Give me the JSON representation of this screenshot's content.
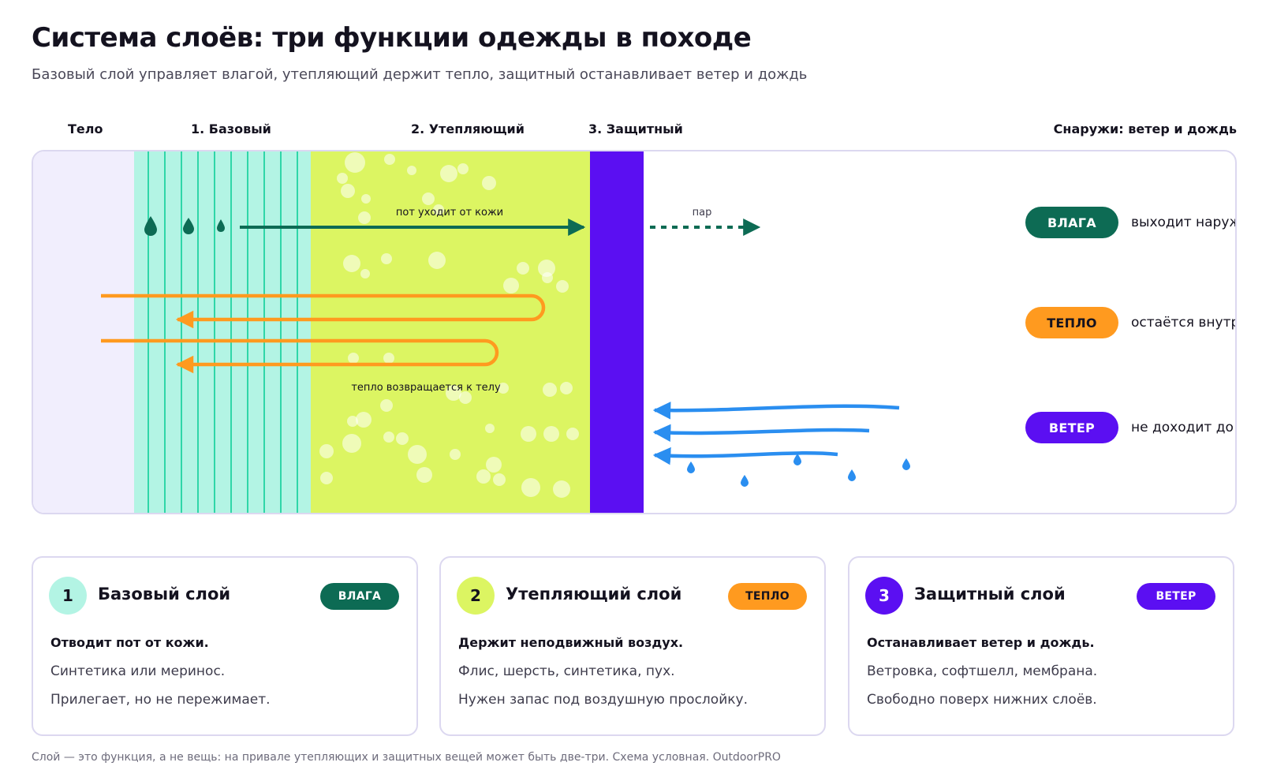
{
  "title": "Система слоёв: три функции одежды в походе",
  "subtitle": "Базовый слой управляет влагой, утепляющий держит тепло, защитный останавливает ветер и дождь",
  "columns": {
    "body": "Тело",
    "base": "1. Базовый",
    "insulating": "2. Утепляющий",
    "protective": "3. Защитный",
    "outside": "Снаружи: ветер и дождь"
  },
  "diagram": {
    "sweat_label": "пот уходит от кожи",
    "vapor_label": "пар",
    "heat_label": "тепло возвращается к телу"
  },
  "legend": [
    {
      "badge": "ВЛАГА",
      "text": "выходит наружу",
      "color": "#0d6b54"
    },
    {
      "badge": "ТЕПЛО",
      "text": "остаётся внутри",
      "color": "#ff9a1f"
    },
    {
      "badge": "ВЕТЕР",
      "text": "не доходит до тела",
      "color": "#5b0ff2"
    }
  ],
  "cards": [
    {
      "num": "1",
      "title": "Базовый слой",
      "badge": "ВЛАГА",
      "lead": "Отводит пот от кожи.",
      "line1": "Синтетика или меринос.",
      "line2": "Прилегает, но не пережимает."
    },
    {
      "num": "2",
      "title": "Утепляющий слой",
      "badge": "ТЕПЛО",
      "lead": "Держит неподвижный воздух.",
      "line1": "Флис, шерсть, синтетика, пух.",
      "line2": "Нужен запас под воздушную прослойку."
    },
    {
      "num": "3",
      "title": "Защитный слой",
      "badge": "ВЕТЕР",
      "lead": "Останавливает ветер и дождь.",
      "line1": "Ветровка, софтшелл, мембрана.",
      "line2": "Свободно поверх нижних слоёв."
    }
  ],
  "colors": {
    "body": "#f1eefd",
    "base": "#b3f4e4",
    "base_stripe": "#2fd6a8",
    "insulating": "#dcf562",
    "protective": "#5b0ff2",
    "moisture": "#0d6b54",
    "heat": "#ff9a1f",
    "wind": "#2a8ef0"
  },
  "footnote": "Слой — это функция, а не вещь: на привале утепляющих и защитных вещей может быть две-три. Схема условная. OutdoorPRO"
}
